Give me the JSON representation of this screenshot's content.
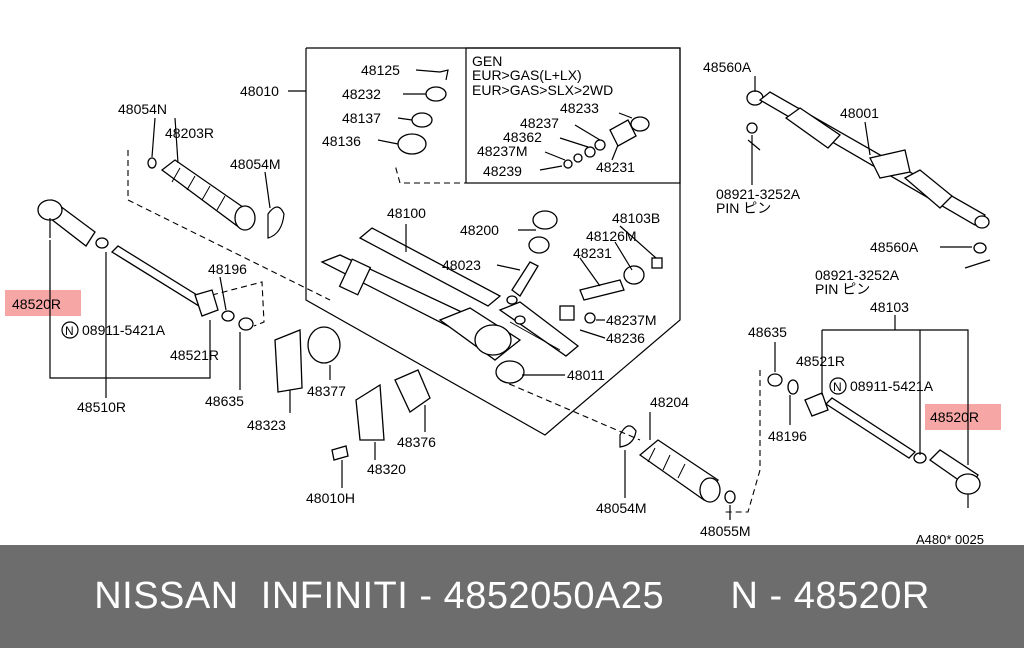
{
  "diagram": {
    "labels": {
      "p48010": "48010",
      "p48125": "48125",
      "p48232": "48232",
      "p48137": "48137",
      "p48136": "48136",
      "p48054N": "48054N",
      "p48203R": "48203R",
      "p48054M_top": "48054M",
      "p48100": "48100",
      "p48200": "48200",
      "p48103B": "48103B",
      "p48126M": "48126M",
      "p48023": "48023",
      "p48231_mid": "48231",
      "p48196_left": "48196",
      "p48520R_left": "48520R",
      "p08911_left": "08911-5421A",
      "p48521R_left": "48521R",
      "p48510R": "48510R",
      "p48635_left": "48635",
      "p48323": "48323",
      "p48377": "48377",
      "p48237M_mid": "48237M",
      "p48236": "48236",
      "p48011": "48011",
      "p48320": "48320",
      "p48376": "48376",
      "p48010H": "48010H",
      "p48204": "48204",
      "p48054M_bot": "48054M",
      "p48055M": "48055M",
      "p48560A_top": "48560A",
      "p48001": "48001",
      "p08921_top": "08921-3252A",
      "pin_top": "PIN ピン",
      "p48560A_mid": "48560A",
      "p08921_mid": "08921-3252A",
      "pin_mid": "PIN ピン",
      "p48103": "48103",
      "p48635_right": "48635",
      "p48521R_right": "48521R",
      "p08911_right": "08911-5421A",
      "p48520R_right": "48520R",
      "p48196_right": "48196",
      "ref_code": "A480* 0025",
      "n_mark": "N"
    },
    "legend": {
      "line1": "GEN",
      "line2": "EUR>GAS(L+LX)",
      "line3": "EUR>GAS>SLX>2WD",
      "p48233": "48233",
      "p48237_box": "48237",
      "p48362": "48362",
      "p48237M_box": "48237M",
      "p48239": "48239",
      "p48231_box": "48231"
    }
  },
  "footer": {
    "text": "NISSAN  INFINITI - 4852050A25      N - 48520R"
  }
}
